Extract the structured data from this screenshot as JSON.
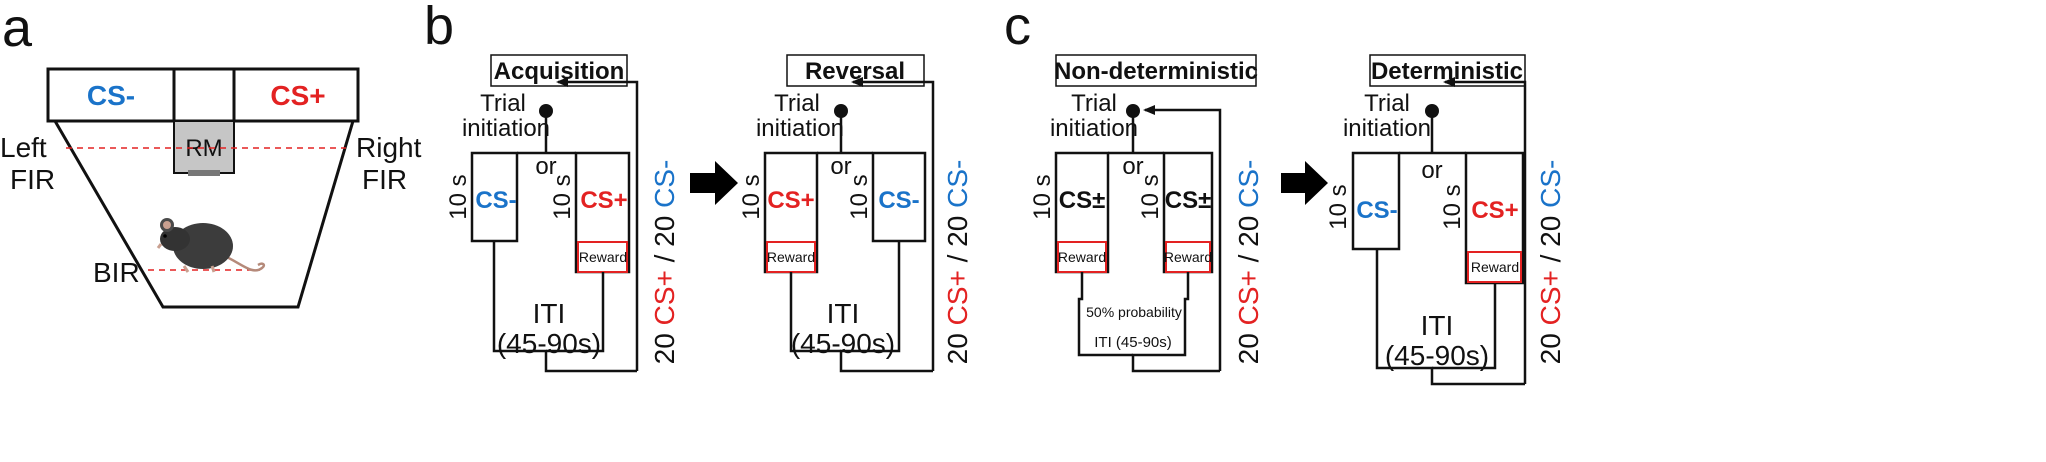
{
  "panel_a": {
    "letter": "a",
    "cs_minus": "CS-",
    "cs_plus": "CS+",
    "rm": "RM",
    "left_fir": [
      "Left",
      "FIR"
    ],
    "right_fir": [
      "Right",
      "FIR"
    ],
    "bir": "BIR"
  },
  "panel_b": {
    "letter": "b",
    "acquisition": {
      "title": "Acquisition",
      "trial": [
        "Trial",
        "initiation"
      ],
      "or": "or",
      "left_time": "10 s",
      "left_stim": "CS-",
      "right_time": "10 s",
      "right_stim": "CS+",
      "reward": "Reward",
      "iti": [
        "ITI",
        "(45-90s)"
      ],
      "count_a": "20 ",
      "count_b": "CS+",
      "count_c": " / 20 ",
      "count_d": "CS-"
    },
    "reversal": {
      "title": "Reversal",
      "trial": [
        "Trial",
        "initiation"
      ],
      "or": "or",
      "left_time": "10 s",
      "left_stim": "CS+",
      "right_time": "10 s",
      "right_stim": "CS-",
      "reward": "Reward",
      "iti": [
        "ITI",
        "(45-90s)"
      ],
      "count_a": "20 ",
      "count_b": "CS+",
      "count_c": " / 20 ",
      "count_d": "CS-"
    }
  },
  "panel_c": {
    "letter": "c",
    "nondet": {
      "title": "Non-deterministic",
      "trial": [
        "Trial",
        "initiation"
      ],
      "or": "or",
      "left_time": "10 s",
      "left_stim": "CS±",
      "right_time": "10 s",
      "right_stim": "CS±",
      "reward_left": "Reward",
      "reward_right": "Reward",
      "probability": "50% probability",
      "iti": "ITI (45-90s)",
      "count_a": "20 ",
      "count_b": "CS+",
      "count_c": " / 20 ",
      "count_d": "CS-"
    },
    "det": {
      "title": "Deterministic",
      "trial": [
        "Trial",
        "initiation"
      ],
      "or": "or",
      "left_time": "10 s",
      "left_stim": "CS-",
      "right_time": "10 s",
      "right_stim": "CS+",
      "reward": "Reward",
      "iti": [
        "ITI",
        "(45-90s)"
      ],
      "count_a": "20 ",
      "count_b": "CS+",
      "count_c": " / 20 ",
      "count_d": "CS-"
    }
  },
  "colors": {
    "cs_minus": "#1a73c9",
    "cs_plus": "#e32222",
    "reward_border": "#e32222",
    "fir_line": "#e32222"
  }
}
